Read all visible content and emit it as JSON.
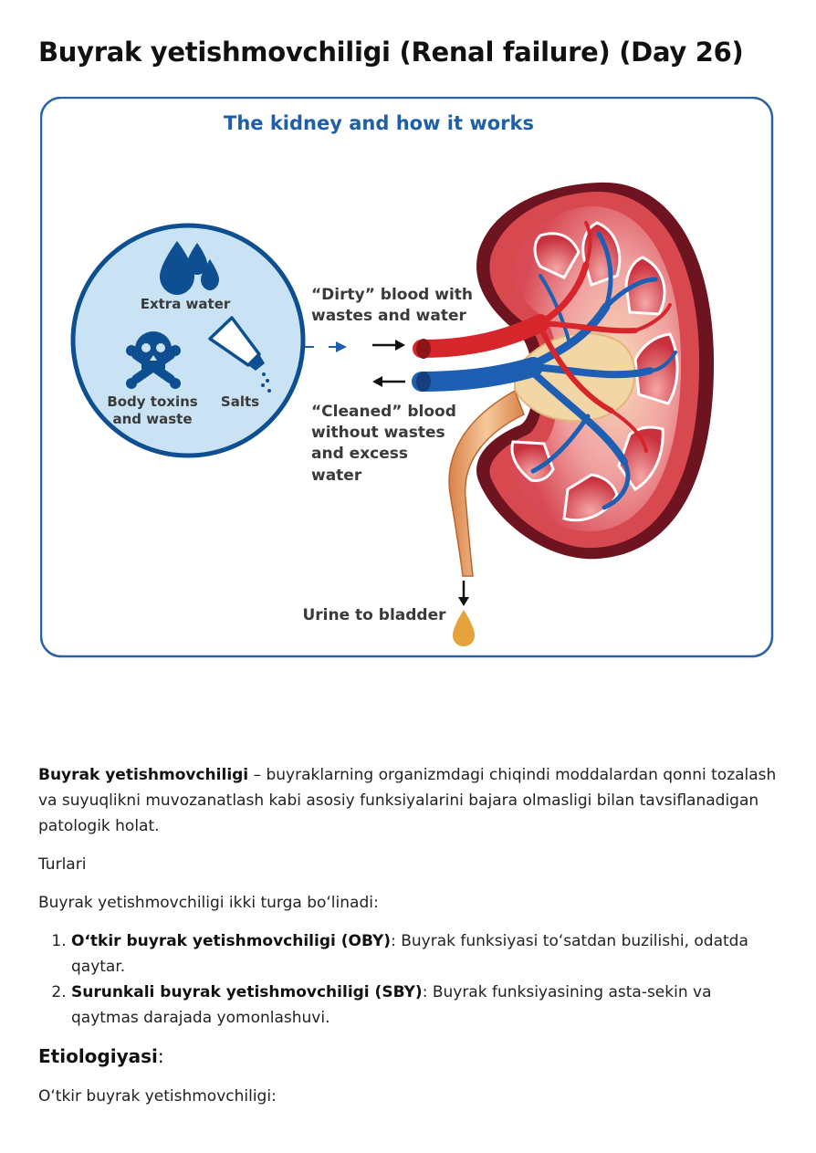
{
  "title": "Buyrak yetishmovchiligi (Renal failure) (Day 26)",
  "figure": {
    "heading": "The kidney and how it works",
    "circle_labels": {
      "water": "Extra water",
      "toxins_line1": "Body toxins",
      "toxins_line2": "and waste",
      "salts": "Salts"
    },
    "dirty_blood": [
      "“Dirty” blood with",
      "wastes and water"
    ],
    "clean_blood": [
      "“Cleaned” blood",
      "without wastes",
      "and excess",
      "water"
    ],
    "urine": "Urine to bladder",
    "colors": {
      "frame": "#2a62a8",
      "heading": "#1f5ea8",
      "circle_fill": "#c9e3f4",
      "icon": "#0d4f91",
      "artery": "#d7262b",
      "vein": "#1f5fb3",
      "kidney_outer": "#7a1d2a",
      "urine": "#e6a23c"
    }
  },
  "definition": {
    "term": "Buyrak yetishmovchiligi",
    "text": " – buyraklarning organizmdagi chiqindi moddalardan qonni tozalash va suyuqlikni muvozanatlash kabi asosiy funksiyalarini bajara olmasligi bilan tavsiflanadigan patologik holat."
  },
  "types_heading": "Turlari",
  "types_intro": "Buyrak yetishmovchiligi ikki turga boʻlinadi:",
  "types": [
    {
      "term": "Oʻtkir buyrak yetishmovchiligi (OBY)",
      "desc": ": Buyrak funksiyasi toʻsatdan buzilishi, odatda qaytar."
    },
    {
      "term": "Surunkali buyrak yetishmovchiligi (SBY)",
      "desc": ": Buyrak funksiyasining asta-sekin va qaytmas darajada yomonlashuvi."
    }
  ],
  "etiology_heading": "Etiologiyasi",
  "etiology_colon": ":",
  "acute_label": "Oʻtkir buyrak yetishmovchiligi:"
}
